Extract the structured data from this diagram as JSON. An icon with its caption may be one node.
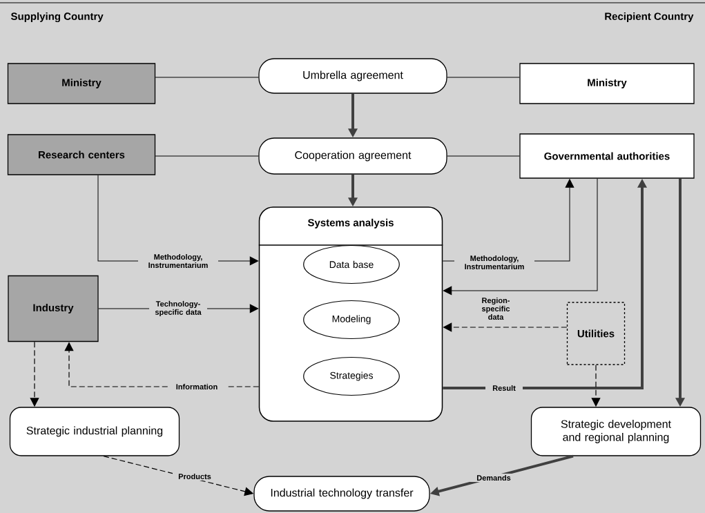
{
  "diagram": {
    "nodes": [
      {
        "text": [
          "Ministry"
        ]
      },
      {
        "text": [
          "Umbrella agreement"
        ]
      },
      {
        "text": [
          "Ministry"
        ]
      },
      {
        "text": [
          "Research centers"
        ]
      },
      {
        "text": [
          "Cooperation agreement"
        ]
      },
      {
        "text": [
          "Governmental authorities"
        ]
      },
      {
        "text": [
          "Systems analysis"
        ]
      },
      {
        "text": [
          "Data base"
        ],
        "in": 6
      },
      {
        "text": [
          "Modeling"
        ],
        "in": 6
      },
      {
        "text": [
          "Strategies"
        ],
        "in": 6
      },
      {
        "text": [
          "Industry"
        ]
      },
      {
        "text": [
          "Utilities"
        ]
      },
      {
        "text": [
          "Strategic industrial planning"
        ]
      },
      {
        "text": [
          "Strategic development and regional planning"
        ]
      },
      {
        "text": [
          "Industrial technology transfer"
        ]
      }
    ],
    "edges": [
      {
        "from": 0,
        "to": 1,
        "arrow": "none"
      },
      {
        "from": 1,
        "to": 2,
        "arrow": "none"
      },
      {
        "from": 1,
        "to": 4,
        "arrow": "to",
        "style": "thick"
      },
      {
        "from": 3,
        "to": 4,
        "arrow": "none"
      },
      {
        "from": 4,
        "to": 5,
        "arrow": "none"
      },
      {
        "from": 4,
        "to": 6,
        "arrow": "to",
        "style": "thick"
      },
      {
        "from": 3,
        "to": 6,
        "arrow": "to",
        "label": "Methodology, Instrumentarium"
      },
      {
        "from": 10,
        "to": 6,
        "arrow": "to",
        "label": "Technology-specific data"
      },
      {
        "from": 6,
        "to": 5,
        "arrow": "to",
        "label": "Methodology, Instrumentarium"
      },
      {
        "from": 5,
        "to": 6,
        "arrow": "to",
        "label": "Region-specific data"
      },
      {
        "from": 11,
        "to": 6,
        "arrow": "to",
        "style": "dashed"
      },
      {
        "from": 6,
        "to": 5,
        "arrow": "to",
        "label": "Result",
        "style": "thick"
      },
      {
        "from": 5,
        "to": 13,
        "arrow": "to",
        "style": "thick"
      },
      {
        "from": 11,
        "to": 13,
        "arrow": "to",
        "style": "dashed"
      },
      {
        "from": 6,
        "to": 10,
        "arrow": "to",
        "label": "Information",
        "style": "dashed"
      },
      {
        "from": 10,
        "to": 12,
        "arrow": "to",
        "style": "dashed"
      },
      {
        "from": 12,
        "to": 14,
        "arrow": "to",
        "label": "Products",
        "style": "dashed"
      },
      {
        "from": 13,
        "to": 14,
        "arrow": "to",
        "label": "Demands",
        "style": "thick"
      }
    ],
    "labels": [
      "Supplying Country",
      "Recipient Country"
    ]
  }
}
